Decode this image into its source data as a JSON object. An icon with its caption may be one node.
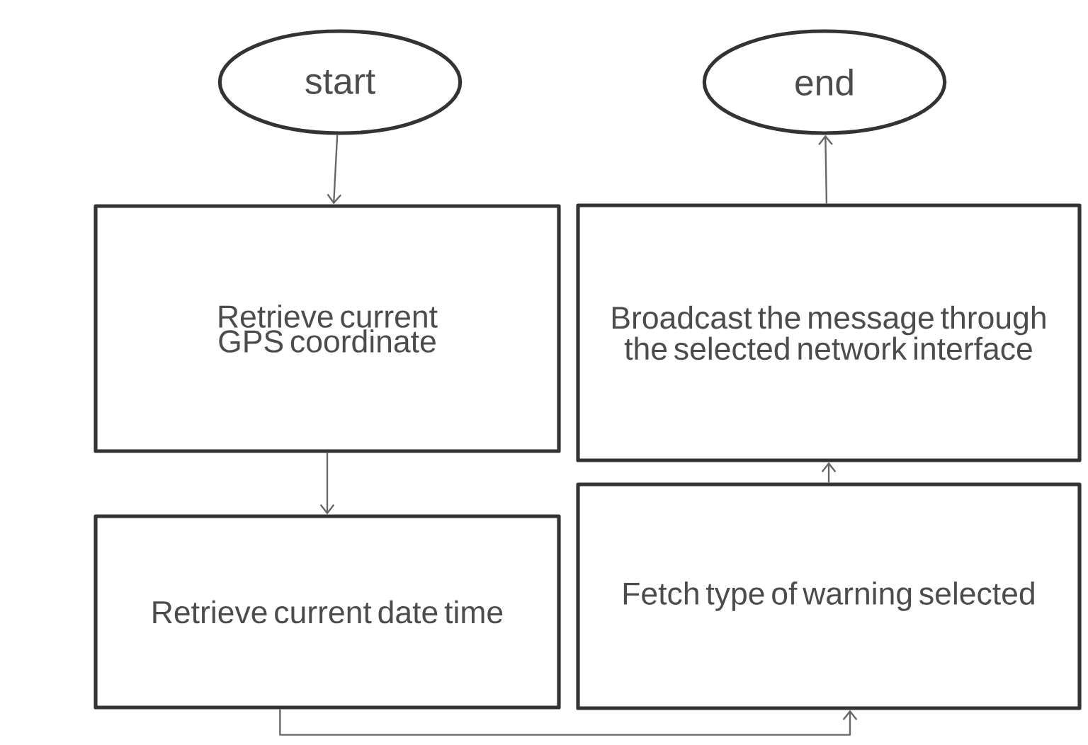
{
  "diagram": {
    "nodes": [
      {
        "text": [
          "start"
        ]
      },
      {
        "text": [
          "end"
        ]
      },
      {
        "text": [
          "Retrieve current GPS coordinate"
        ]
      },
      {
        "text": [
          "Retrieve current date time"
        ]
      },
      {
        "text": [
          "Broadcast the message through the selected network interface"
        ]
      },
      {
        "text": [
          "Fetch type of warning selected"
        ]
      }
    ],
    "edges": [
      {
        "from": 0,
        "to": 2,
        "arrow": "to"
      },
      {
        "from": 2,
        "to": 3,
        "arrow": "to"
      },
      {
        "from": 3,
        "to": 5,
        "arrow": "to"
      },
      {
        "from": 5,
        "to": 4,
        "arrow": "to"
      },
      {
        "from": 4,
        "to": 1,
        "arrow": "to"
      }
    ]
  }
}
